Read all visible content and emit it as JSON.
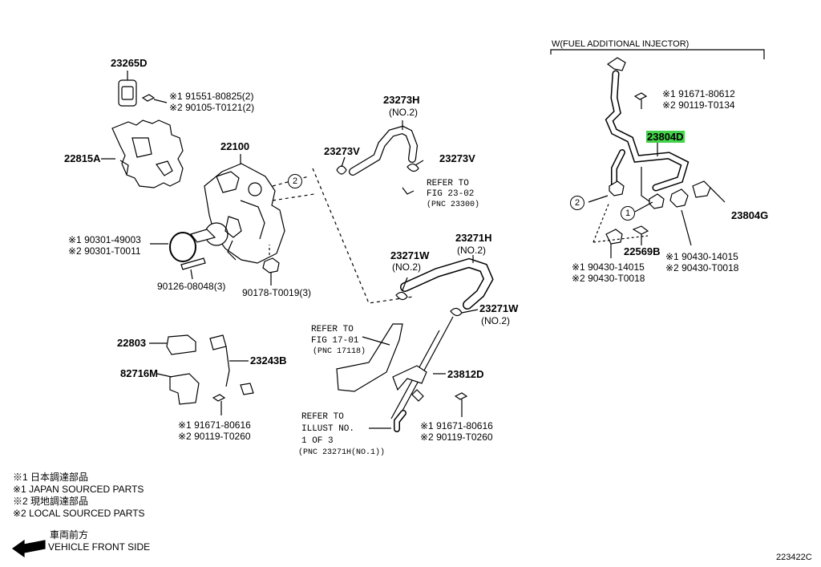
{
  "parts": {
    "p23265D": "23265D",
    "p23265D_n1": "※1 91551-80825(2)",
    "p23265D_n2": "※2 90105-T0121(2)",
    "p22815A": "22815A",
    "p22100": "22100",
    "p90301_1": "※1 90301-49003",
    "p90301_2": "※2 90301-T0011",
    "p90126": "90126-08048(3)",
    "p90178": "90178-T0019(3)",
    "p23273H": "23273H",
    "p23273H_no": "(NO.2)",
    "p23273V_a": "23273V",
    "p23273V_b": "23273V",
    "refer_2302_a": "REFER TO",
    "refer_2302_b": "FIG 23-02",
    "refer_2302_c": "(PNC 23300)",
    "p23271H": "23271H",
    "p23271H_no": "(NO.2)",
    "p23271W_a": "23271W",
    "p23271W_a_no": "(NO.2)",
    "p23271W_b": "23271W",
    "p23271W_b_no": "(NO.2)",
    "refer_1701_a": "REFER TO",
    "refer_1701_b": "FIG 17-01",
    "refer_1701_c": "(PNC 17118)",
    "p22803": "22803",
    "p23243B": "23243B",
    "p82716M": "82716M",
    "p91671_l1": "※1  91671-80616",
    "p91671_l2": "※2  90119-T0260",
    "p23812D": "23812D",
    "p91671_m1": "※1  91671-80616",
    "p91671_m2": "※2  90119-T0260",
    "refer_ill_a": "REFER TO",
    "refer_ill_b": "ILLUST NO.",
    "refer_ill_c": "1 OF 3",
    "refer_ill_d": "(PNC 23271H(NO.1))",
    "w_title": "W(FUEL ADDITIONAL INJECTOR)",
    "p91671_r1": "※1 91671-80612",
    "p91671_r2": "※2 90119-T0134",
    "p23804D": "23804D",
    "p23804G": "23804G",
    "p22569B": "22569B",
    "p90430_l1": "※1  90430-14015",
    "p90430_l2": "※2  90430-T0018",
    "p90430_r1": "※1 90430-14015",
    "p90430_r2": "※2 90430-T0018",
    "circle1": "1",
    "circle2": "2"
  },
  "legend": {
    "l1": "※1 日本調達部品",
    "l2": "※1 JAPAN SOURCED PARTS",
    "l3": "※2 現地調達部品",
    "l4": "※2 LOCAL SOURCED PARTS",
    "front_jp": "車両前方",
    "front_en": "VEHICLE FRONT SIDE"
  },
  "figure_id": "223422C",
  "colors": {
    "highlight": "#44d24a",
    "ink": "#000000"
  }
}
